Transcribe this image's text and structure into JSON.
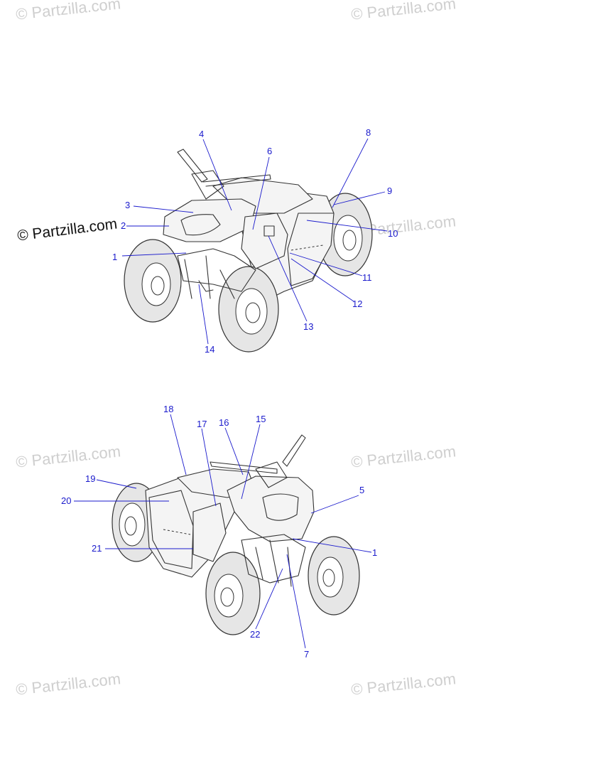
{
  "watermark": {
    "text": "© Partzilla.com"
  },
  "views": [
    {
      "name": "front-left-view",
      "callouts": [
        "1",
        "2",
        "3",
        "4",
        "6",
        "8",
        "9",
        "10",
        "11",
        "12",
        "13",
        "14"
      ]
    },
    {
      "name": "rear-right-view",
      "callouts": [
        "1",
        "5",
        "7",
        "15",
        "16",
        "17",
        "18",
        "19",
        "20",
        "21",
        "22"
      ]
    }
  ],
  "colors": {
    "callout": "#1a1acc",
    "linework": "#333333",
    "watermark": "#cfcfcf"
  }
}
